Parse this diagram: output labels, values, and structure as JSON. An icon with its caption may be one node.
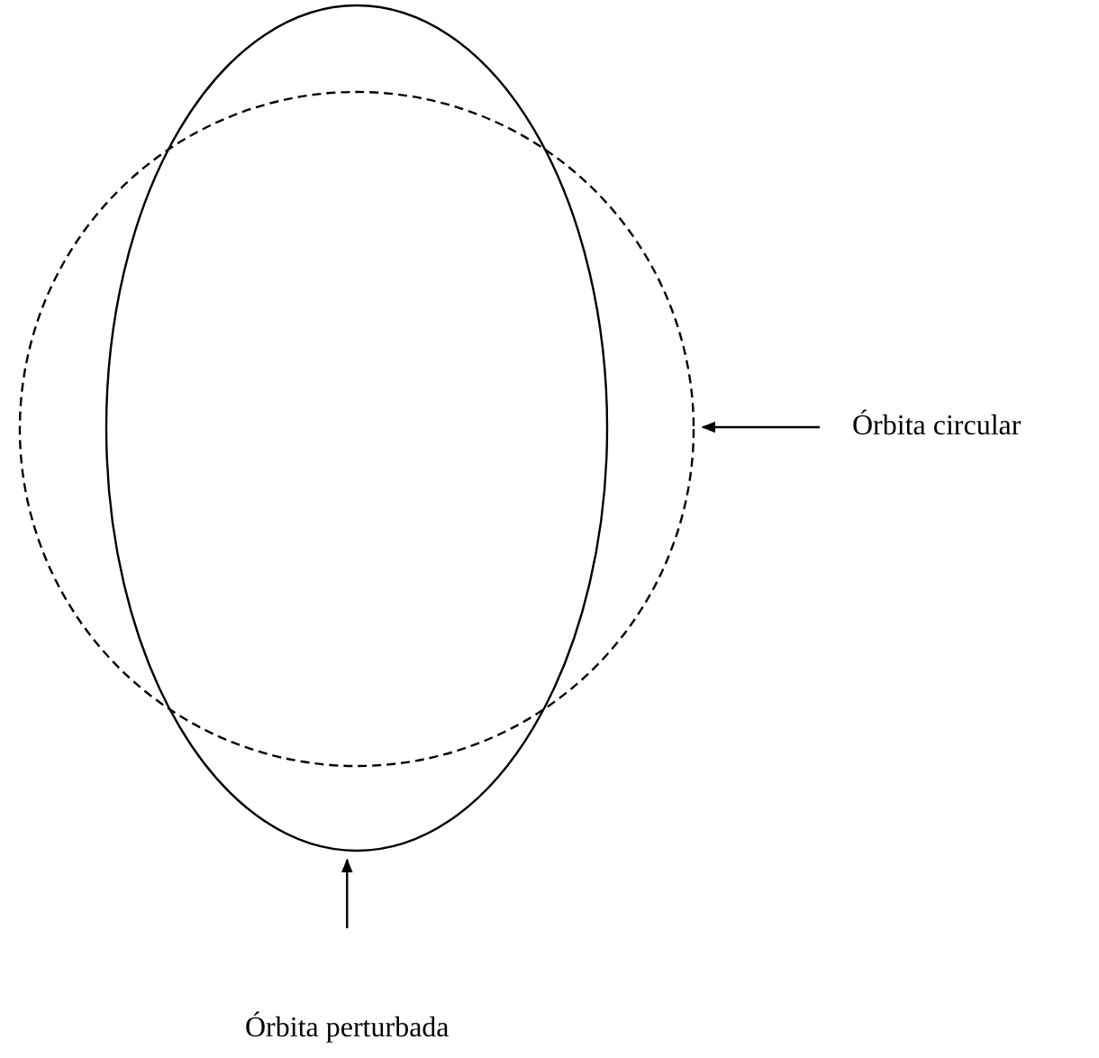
{
  "diagram": {
    "nodes": [
      {
        "text": [],
        "shape": "circle"
      },
      {
        "text": [],
        "shape": "ellipse"
      },
      {
        "text": [
          "Órbita circular"
        ]
      },
      {
        "text": [
          "Órbita perturbada"
        ]
      }
    ],
    "edges": [
      {
        "from": 2,
        "to": 0,
        "arrow": "to"
      },
      {
        "from": 3,
        "to": 1,
        "arrow": "to"
      }
    ]
  }
}
